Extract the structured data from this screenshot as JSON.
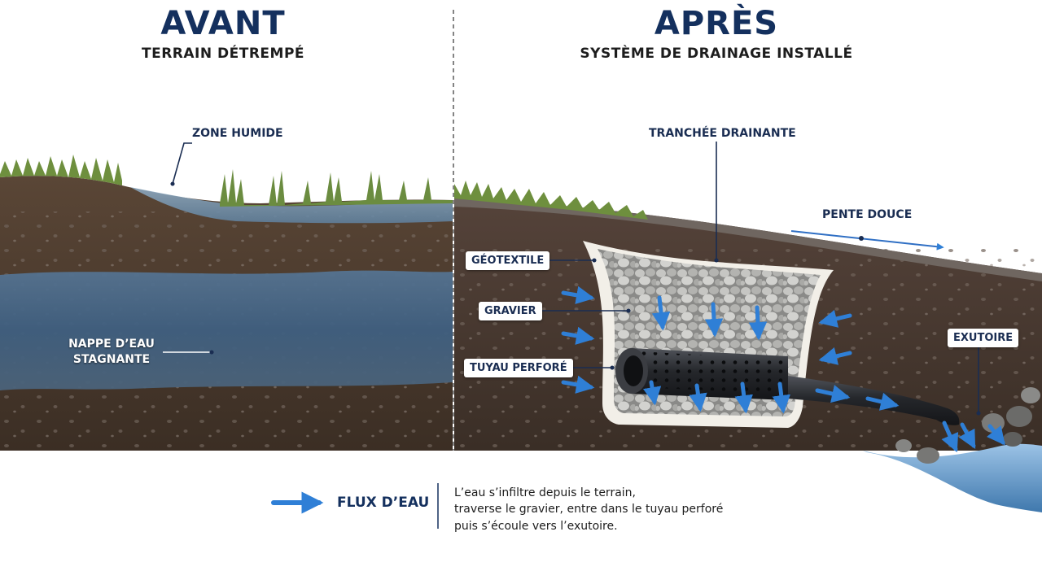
{
  "before": {
    "title": "AVANT",
    "subtitle": "TERRAIN DÉTREMPÉ",
    "labels": {
      "wet_zone": "ZONE HUMIDE",
      "stagnant_water": "NAPPE D’EAU STAGNANTE"
    }
  },
  "after": {
    "title": "APRÈS",
    "subtitle": "SYSTÈME DE DRAINAGE INSTALLÉ",
    "labels": {
      "trench": "TRANCHÉE DRAINANTE",
      "slope": "PENTE DOUCE",
      "geotextile": "GÉOTEXTILE",
      "gravel": "GRAVIER",
      "pipe": "TUYAU PERFORÉ",
      "outlet": "EXUTOIRE"
    }
  },
  "legend": {
    "label": "FLUX D’EAU",
    "description": [
      "L’eau s’infiltre depuis le terrain,",
      "traverse le gravier, entre dans le tuyau perforé",
      "puis s’écoule vers l’exutoire."
    ]
  },
  "colors": {
    "title": "#14305e",
    "flow_arrow": "#2f7fd6",
    "soil": "#4a3a2c",
    "water": "#3f5f7e",
    "grass": "#6e8f3e",
    "pipe": "#2a2c30",
    "geotextile": "#f2efe8"
  },
  "icons": {
    "flow": "arrow-right-icon"
  }
}
